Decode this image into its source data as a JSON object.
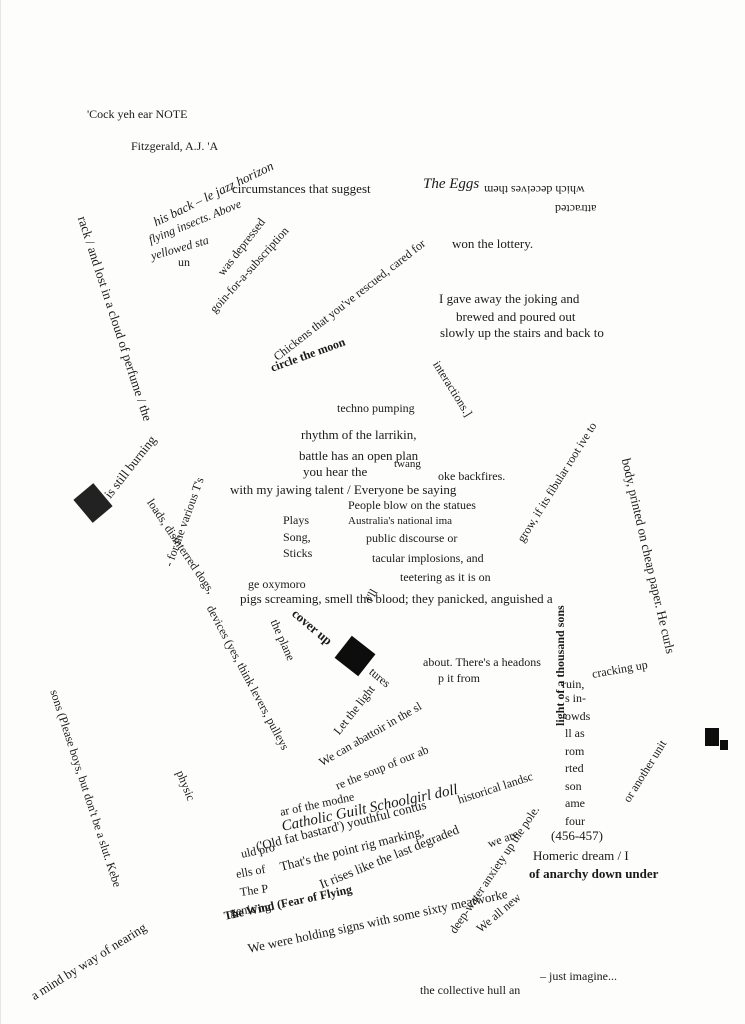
{
  "fragments": [
    "'Cock yeh ear  NOTE",
    "Fitzgerald, A.J. 'A",
    "his back – le jazz horizon",
    "flying insects. Above",
    "yellowed sta",
    "un",
    "circumstances that suggest",
    "The Eggs",
    "which deceives them",
    "attracted",
    "won the lottery.",
    "I gave away the joking and",
    "brewed and poured out",
    "slowly up the stairs and back to",
    "Chickens that you've rescued, cared for",
    "circle the moon",
    "was depressed",
    "goin-for-a-subscription",
    "rack / and lost in a cloud of perfume / the",
    "who is still burning",
    "techno pumping",
    "rhythm of the larrikin,",
    "battle has an open plan",
    "you      hear the",
    "twang",
    "oke backfires.",
    "with my jawing talent / Everyone be saying",
    "People blow on the statues",
    "Plays",
    "Australia's national ima",
    "Song,",
    "public discourse or",
    "Sticks",
    "tacular implosions, and",
    "ge oxymoro",
    "teetering as it is on",
    "pigs screaming, smell the blood; they panicked, anguished a",
    "loads, disinterred dogs,",
    "interactions.]",
    "grow, if its fibular root ive to",
    "body, printed on cheap paper. He curls",
    "cover up",
    "tures",
    "about. There's a headons",
    "p it from",
    "Let the light",
    "devices (yes, think levers, pulleys",
    "the plane",
    "We can abattoir in the sl",
    "re the soup of our ab",
    "Catholic Guilt Schoolgirl doll",
    "('Old fat bastard') youthful contus",
    "That's the point rig marking,",
    "historical landsc",
    "It rises like the last degraded",
    "sons (Please boys, but don't be a slut. Kebe",
    "- for the various T's",
    "light of a thousand sons",
    "cracking up",
    "or another unit",
    "(456-457)",
    "Homeric dream / I",
    "of anarchy down under",
    "deep-water anxiety up the pole.",
    "We all  new",
    "The Wind (Fear of Flying",
    "We were holding signs with some sixty meatworke",
    "– just imagine...",
    "the collective hull an",
    "ruin,",
    "s in-",
    "owds",
    "ll as",
    "rom",
    "rted",
    "son",
    "ame",
    "four",
    "uld pro",
    "ells of",
    "The P",
    "genic ng.",
    "ar of the modne",
    "a mind by way of nearing",
    "I'll",
    "we are",
    "physic"
  ]
}
